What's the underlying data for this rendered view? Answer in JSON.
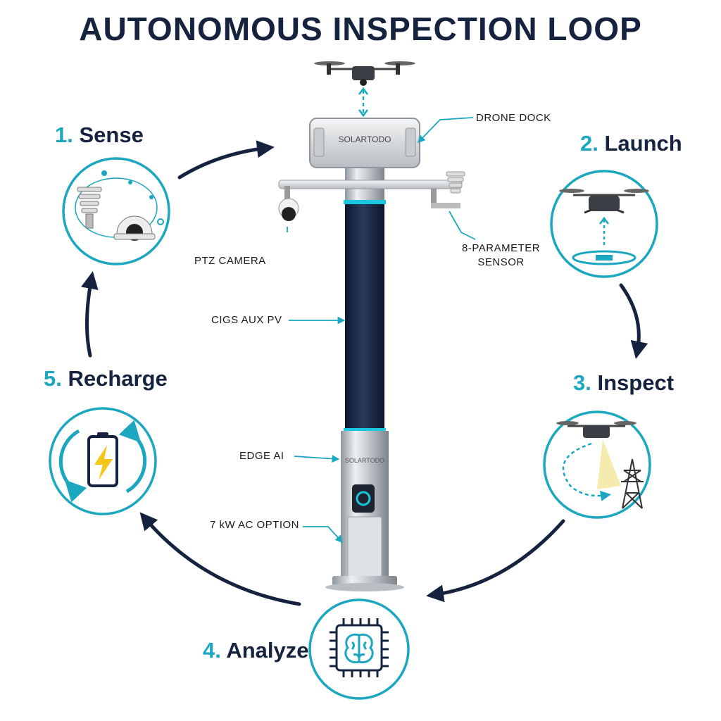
{
  "title": "AUTONOMOUS INSPECTION LOOP",
  "steps": [
    {
      "num": "1.",
      "label": "Sense",
      "icon": "sensor-camera-icon"
    },
    {
      "num": "2.",
      "label": "Launch",
      "icon": "drone-launch-icon"
    },
    {
      "num": "3.",
      "label": "Inspect",
      "icon": "drone-inspect-tower-icon"
    },
    {
      "num": "4.",
      "label": "Analyze",
      "icon": "ai-chip-brain-icon"
    },
    {
      "num": "5.",
      "label": "Recharge",
      "icon": "battery-recharge-icon"
    }
  ],
  "callouts": {
    "drone_dock": "DRONE DOCK",
    "ptz_camera": "PTZ CAMERA",
    "sensor_line1": "8-PARAMETER",
    "sensor_line2": "SENSOR",
    "cigs": "CIGS AUX PV",
    "edge_ai": "EDGE AI",
    "ac_option": "7 kW AC OPTION"
  },
  "brand": "SOLARTODO",
  "colors": {
    "accent": "#1ba7bf",
    "navy": "#16233f",
    "bolt": "#f5c518"
  }
}
